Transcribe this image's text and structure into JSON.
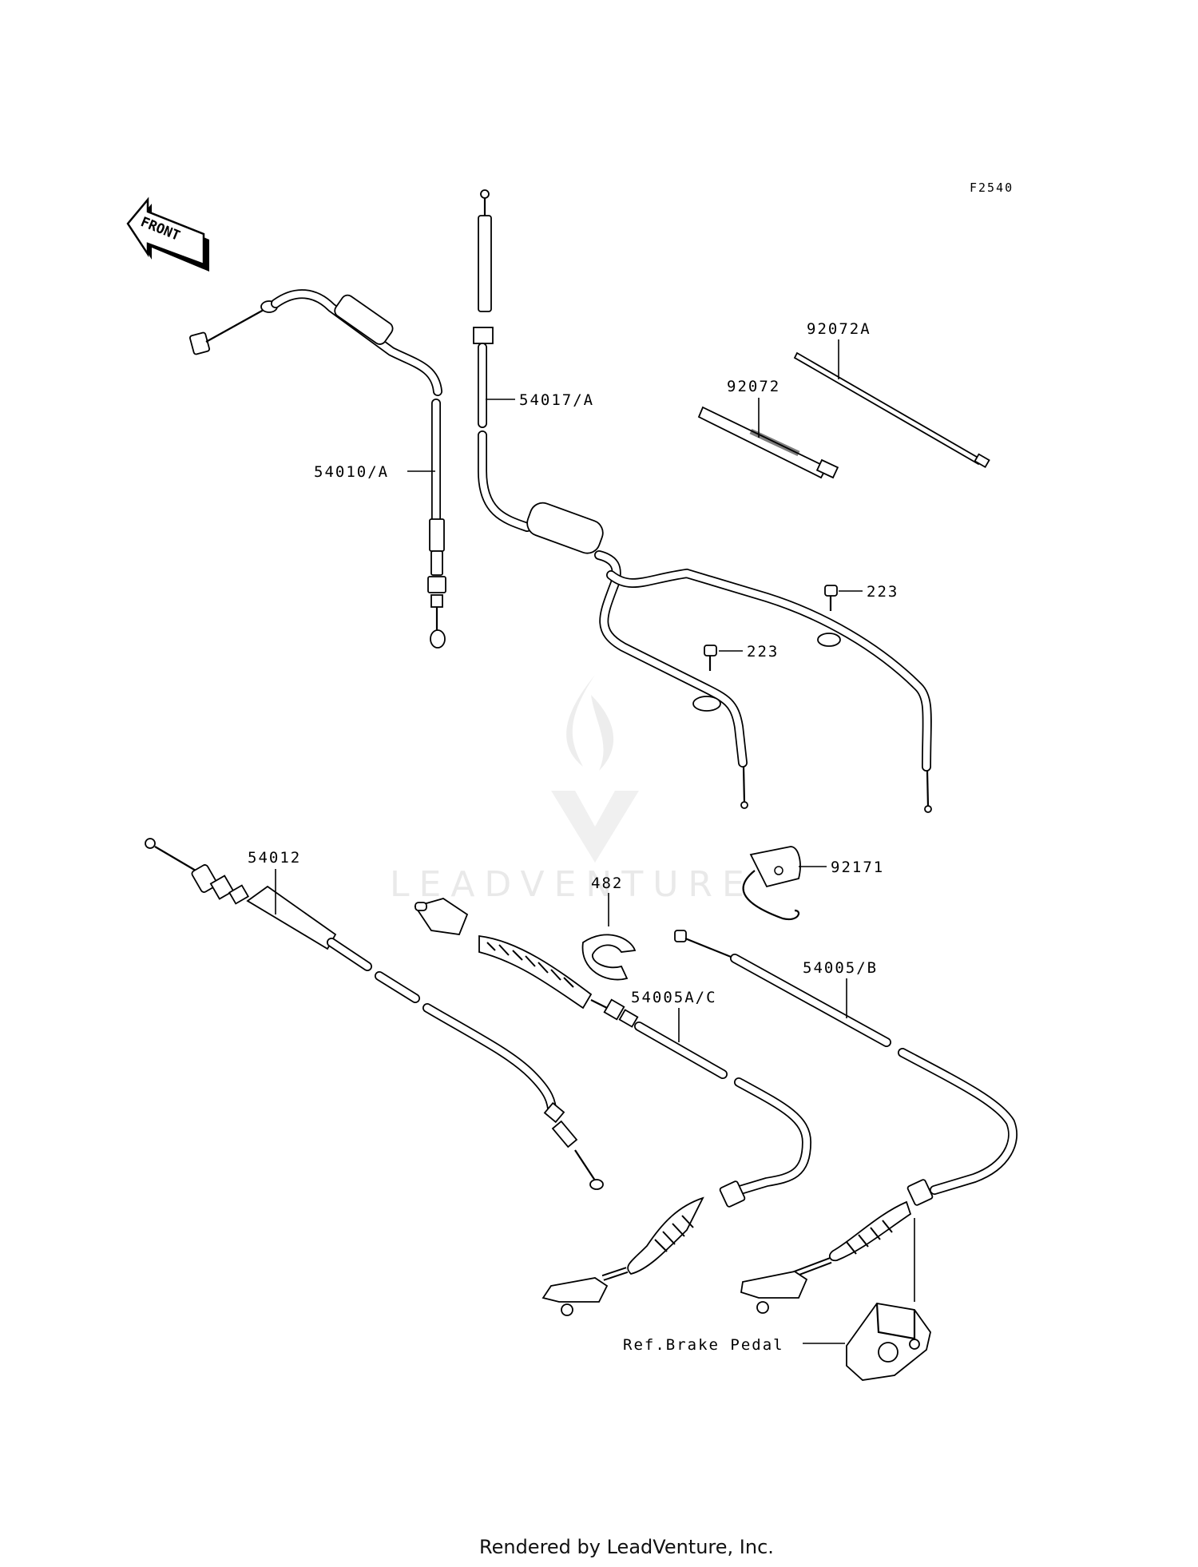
{
  "diagram": {
    "figure_code": "F2540",
    "direction_label": "FRONT",
    "watermark": "LEADVENTURE",
    "footer": "Rendered by LeadVenture, Inc.",
    "callouts": {
      "p54010A": "54010/A",
      "p54017A": "54017/A",
      "p92072A": "92072A",
      "p92072": "92072",
      "p223a": "223",
      "p223b": "223",
      "p54012": "54012",
      "p482": "482",
      "p92171": "92171",
      "p54005AC": "54005A/C",
      "p54005B": "54005/B",
      "ref_brake": "Ref.Brake Pedal"
    }
  }
}
